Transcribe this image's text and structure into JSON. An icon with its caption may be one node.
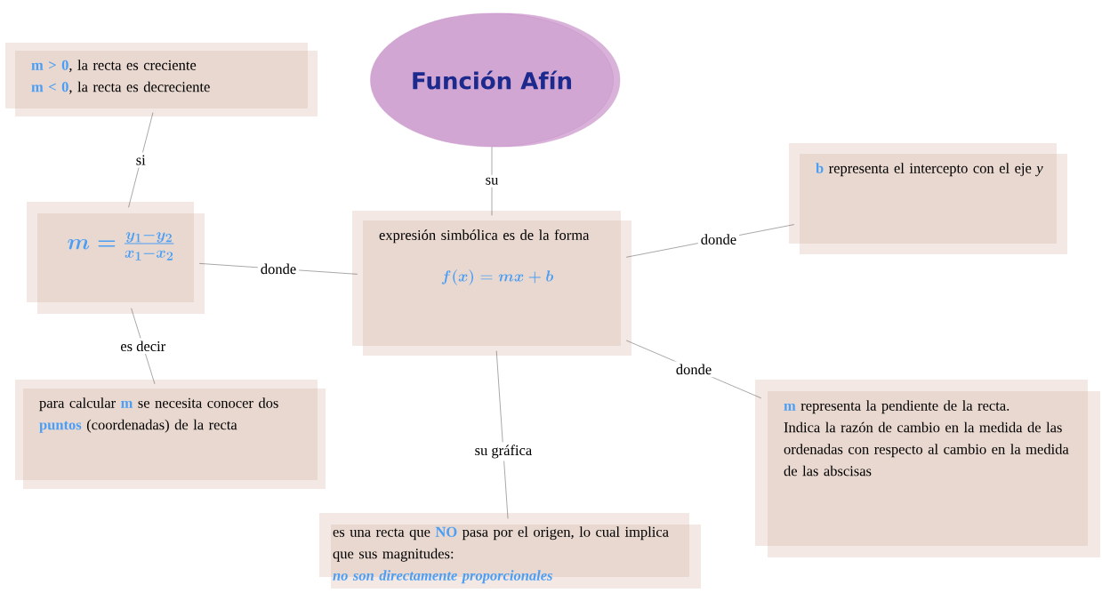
{
  "diagram": {
    "nodes": [
      {
        "text": [
          "Función Afín"
        ]
      },
      {
        "text": [
          "expresión simbólica es de la forma",
          "f(x)=mx+b"
        ]
      },
      {
        "text": [
          "**m > 0**, la recta es creciente",
          "**m < 0**, la recta es decreciente"
        ]
      },
      {
        "text": [
          "m=\\frac{y_1-y_2}{x_1-x_2}"
        ]
      },
      {
        "text": [
          "para calcular **m** se necesita conocer dos **puntos** (coordenadas) de la recta"
        ]
      },
      {
        "text": [
          "**b** representa el intercepto con el eje *y*"
        ]
      },
      {
        "text": [
          "**m** representa la pendiente de la recta.",
          "Indica la razón de cambio en la medida de las ordenadas con respecto al cambio en la medida de las abscisas"
        ]
      },
      {
        "text": [
          "es una recta que **NO** pasa por el origen, lo cual implica que sus magnitudes:",
          "no son directamente proporcionales"
        ]
      }
    ],
    "edges": [
      {
        "from": 0,
        "to": 1,
        "arrow": "none",
        "label": "su"
      },
      {
        "from": 2,
        "to": 3,
        "arrow": "none",
        "label": "si"
      },
      {
        "from": 3,
        "to": 1,
        "arrow": "none",
        "label": "donde"
      },
      {
        "from": 3,
        "to": 4,
        "arrow": "none",
        "label": "es decir"
      },
      {
        "from": 1,
        "to": 5,
        "arrow": "none",
        "label": "donde"
      },
      {
        "from": 1,
        "to": 6,
        "arrow": "none",
        "label": "donde"
      },
      {
        "from": 1,
        "to": 7,
        "arrow": "none",
        "label": "su gráfica"
      }
    ]
  }
}
